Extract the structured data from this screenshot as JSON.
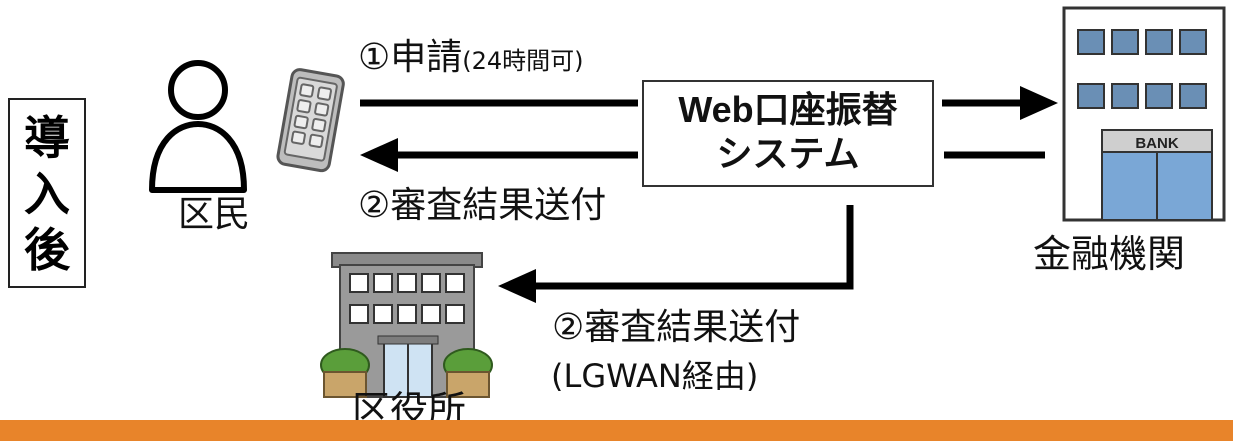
{
  "left_label": {
    "chars": [
      "導",
      "入",
      "後"
    ]
  },
  "resident": {
    "label": "区民"
  },
  "apply": {
    "main": "①申請",
    "note": "(24時間可)"
  },
  "result_top": {
    "label": "②審査結果送付"
  },
  "system": {
    "line1": "Web口座振替",
    "line2": "システム"
  },
  "bank": {
    "label": "金融機関",
    "sign": "BANK"
  },
  "ward_office": {
    "label": "区役所"
  },
  "result_bottom": {
    "label": "②審査結果送付",
    "note": "(LGWAN経由)"
  },
  "colors": {
    "accent_bar": "#e8842a",
    "building_gray": "#9a9a9a",
    "tree_green": "#5a9e3a"
  },
  "icons": [
    "person-icon",
    "smartphone-icon",
    "bank-building-icon",
    "ward-office-building-icon"
  ]
}
